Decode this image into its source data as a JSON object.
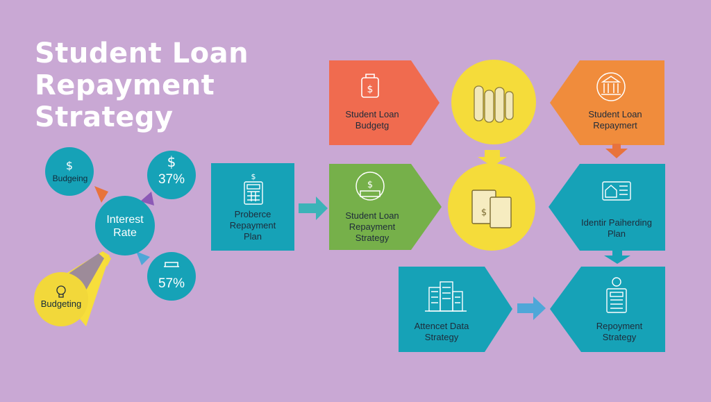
{
  "title": {
    "line1": "Student Loan",
    "line2": "Repayment",
    "line3": "Strategy"
  },
  "left_cluster": {
    "budgeting_top": "Budgeing",
    "rate_top": "37%",
    "interest_rate_line1": "Interest",
    "interest_rate_line2": "Rate",
    "rate_bottom": "57%",
    "budgeting_bottom": "Budgeting"
  },
  "flow": {
    "student_loan_budgeting": {
      "line1": "Student Loan",
      "line2": "Budgetg"
    },
    "student_loan_repayment": {
      "line1": "Student Loan",
      "line2": "Repaymert"
    },
    "produce_plan": {
      "line1": "Proberce",
      "line2": "Repayment",
      "line3": "Plan"
    },
    "repayment_strategy": {
      "line1": "Student Loan",
      "line2": "Repayment",
      "line3": "Strategy"
    },
    "identify_plan": {
      "line1": "Identir Paiherding",
      "line2": "Plan"
    },
    "attendant_data": {
      "line1": "Attencet Data",
      "line2": "Strategy"
    },
    "repayment_strategy_final": {
      "line1": "Repoyment",
      "line2": "Strategy"
    }
  },
  "colors": {
    "background": "#c9a8d4",
    "red": "#f06b4f",
    "orange": "#f08c3c",
    "teal": "#1aa3b8",
    "green": "#76b04a",
    "yellow": "#f5dc3a",
    "arrow_teal": "#3bb3b8",
    "arrow_blue": "#4ea7d8",
    "arrow_orange": "#e86f3d"
  },
  "icons": [
    "dollar-bag-icon",
    "coin-stack-icon",
    "bank-building-icon",
    "calculator-icon",
    "dollar-target-icon",
    "documents-icon",
    "house-file-icon",
    "city-building-icon",
    "calculator-clipboard-icon"
  ]
}
